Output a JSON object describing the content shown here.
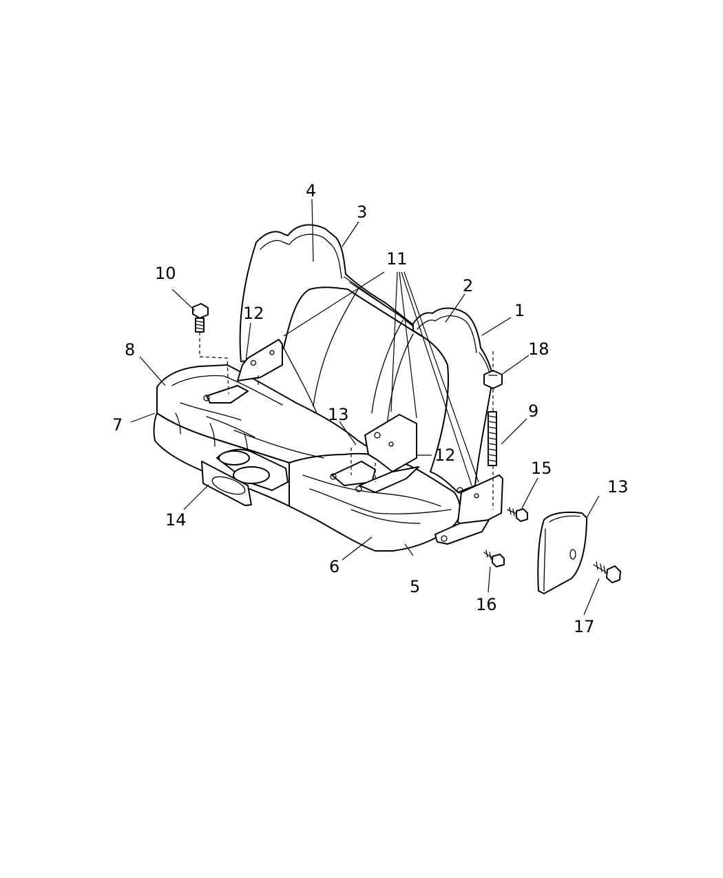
{
  "diagram": {
    "callouts": [
      {
        "id": "c1",
        "label": "1"
      },
      {
        "id": "c2",
        "label": "2"
      },
      {
        "id": "c3",
        "label": "3"
      },
      {
        "id": "c4",
        "label": "4"
      },
      {
        "id": "c5",
        "label": "5"
      },
      {
        "id": "c6",
        "label": "6"
      },
      {
        "id": "c7",
        "label": "7"
      },
      {
        "id": "c8",
        "label": "8"
      },
      {
        "id": "c9",
        "label": "9"
      },
      {
        "id": "c10",
        "label": "10"
      },
      {
        "id": "c11",
        "label": "11"
      },
      {
        "id": "c12a",
        "label": "12"
      },
      {
        "id": "c12b",
        "label": "12"
      },
      {
        "id": "c13a",
        "label": "13"
      },
      {
        "id": "c13b",
        "label": "13"
      },
      {
        "id": "c14",
        "label": "14"
      },
      {
        "id": "c15",
        "label": "15"
      },
      {
        "id": "c16",
        "label": "16"
      },
      {
        "id": "c17",
        "label": "17"
      },
      {
        "id": "c18",
        "label": "18"
      }
    ]
  }
}
